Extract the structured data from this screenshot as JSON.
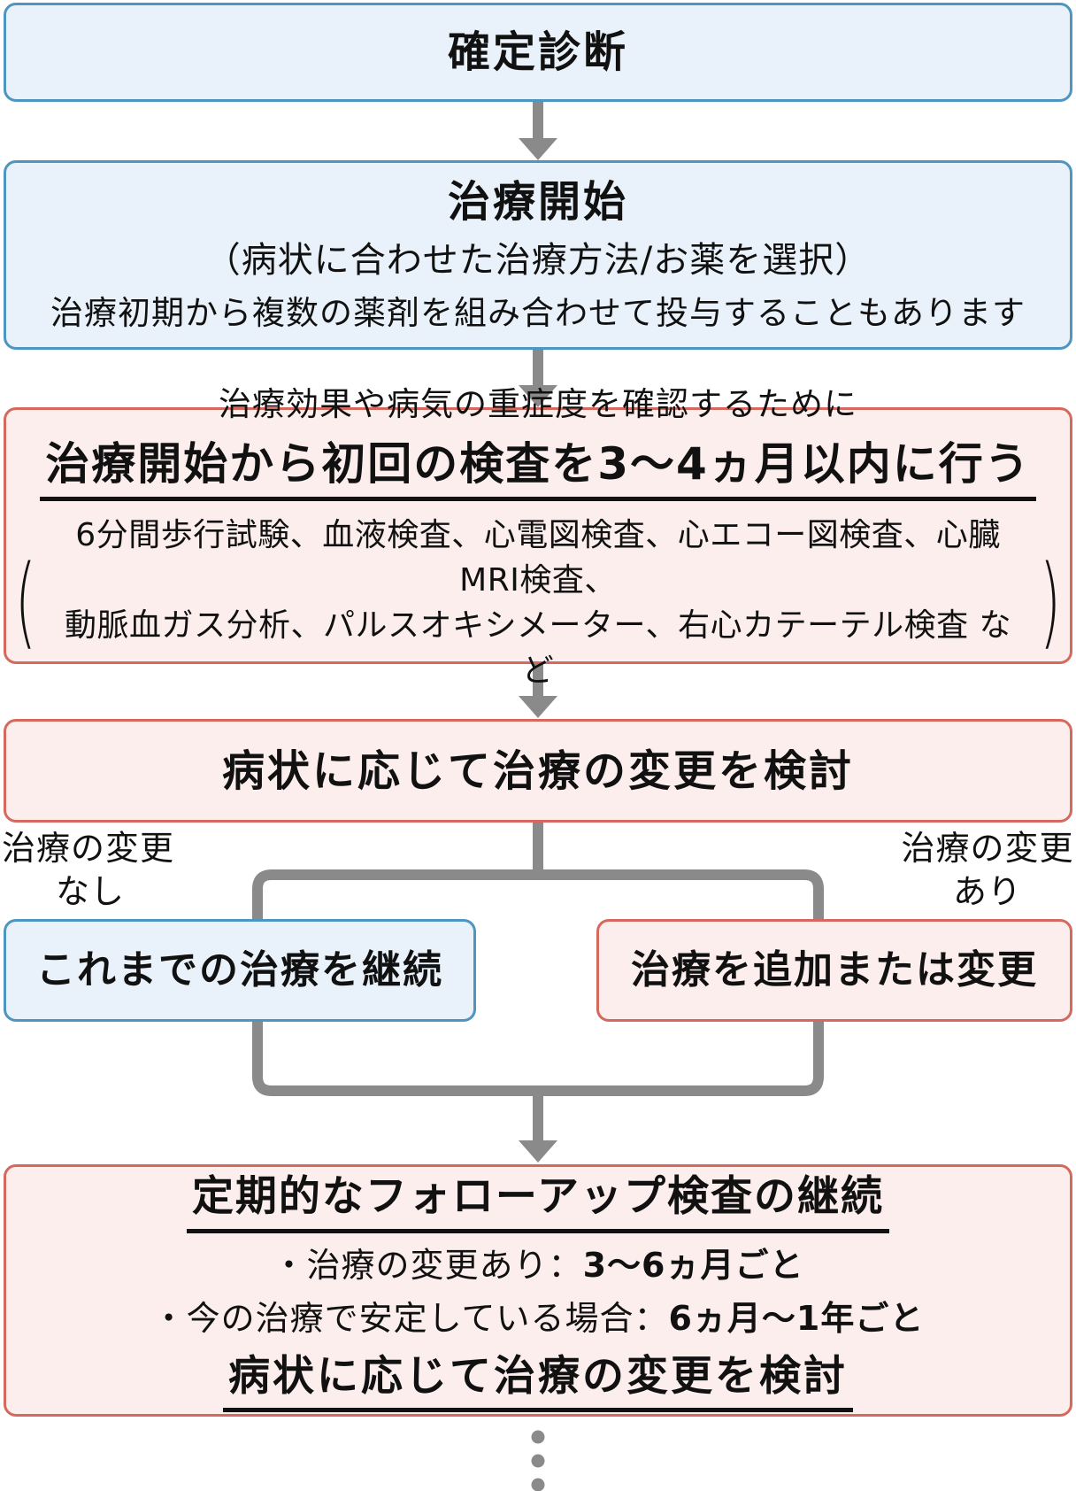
{
  "colors": {
    "blue_border": "#4e95c0",
    "blue_fill": "#e9f2fa",
    "red_border": "#d5695e",
    "pink_fill": "#fdeeee",
    "connector_gray": "#8a8a8a",
    "text": "#111111"
  },
  "flow": {
    "step1": {
      "title": "確定診断"
    },
    "step2": {
      "title": "治療開始",
      "subtitle": "（病状に合わせた治療方法/お薬を選択）",
      "note": "治療初期から複数の薬剤を組み合わせて投与することもあります"
    },
    "step3": {
      "lead": "治療効果や病気の重症度を確認するために",
      "heading": "治療開始から初回の検査を3〜4ヵ月以内に行う",
      "paren_open": "(",
      "paren_close": ")",
      "tests_line1": "6分間歩行試験、血液検査、心電図検査、心エコー図検査、心臓MRI検査、",
      "tests_line2": "動脈血ガス分析、パルスオキシメーター、右心カテーテル検査 など"
    },
    "step4": {
      "title": "病状に応じて治療の変更を検討"
    },
    "branch_left_label": {
      "line1": "治療の変更",
      "line2": "なし"
    },
    "branch_right_label": {
      "line1": "治療の変更",
      "line2": "あり"
    },
    "branch_left_box": {
      "title": "これまでの治療を継続"
    },
    "branch_right_box": {
      "title": "治療を追加または変更"
    },
    "step5": {
      "title": "定期的なフォローアップ検査の継続",
      "bullet1_prefix": "・治療の変更あり：",
      "bullet1_value": "3〜6ヵ月ごと",
      "bullet2_prefix": "・今の治療で安定している場合：",
      "bullet2_value": "6ヵ月〜1年ごと",
      "footer": "病状に応じて治療の変更を検討"
    }
  }
}
